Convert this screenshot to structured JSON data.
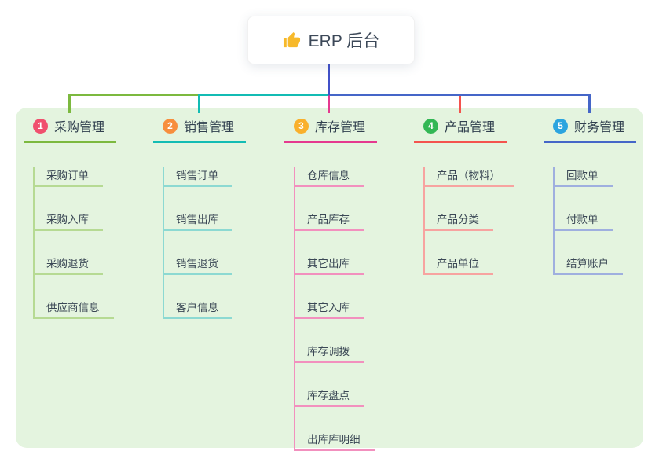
{
  "root": {
    "label": "ERP 后台",
    "icon": "thumbs-up-icon",
    "icon_color": "#F7B92B",
    "connector_color": "#4150C8"
  },
  "canvas": {
    "panel_bg": "#E4F4DF",
    "page_bg": "#FFFFFF"
  },
  "branches": [
    {
      "number": "1",
      "label": "采购管理",
      "colors": {
        "line": "#7CB93F",
        "light": "#B6DA93",
        "badge": "#F0506E"
      },
      "children": [
        "采购订单",
        "采购入库",
        "采购退货",
        "供应商信息"
      ]
    },
    {
      "number": "2",
      "label": "销售管理",
      "colors": {
        "line": "#13BCB4",
        "light": "#8CD9D2",
        "badge": "#F78E3D"
      },
      "children": [
        "销售订单",
        "销售出库",
        "销售退货",
        "客户信息"
      ]
    },
    {
      "number": "3",
      "label": "库存管理",
      "colors": {
        "line": "#E5398F",
        "light": "#F290BE",
        "badge": "#F9B02C"
      },
      "children": [
        "仓库信息",
        "产品库存",
        "其它出库",
        "其它入库",
        "库存调拨",
        "库存盘点",
        "出库库明细"
      ]
    },
    {
      "number": "4",
      "label": "产品管理",
      "colors": {
        "line": "#F4534E",
        "light": "#F7A3A0",
        "badge": "#33B755"
      },
      "children": [
        "产品（物料）",
        "产品分类",
        "产品单位"
      ]
    },
    {
      "number": "5",
      "label": "财务管理",
      "colors": {
        "line": "#4566C8",
        "light": "#9FAFDF",
        "badge": "#2BA4DF"
      },
      "children": [
        "回款单",
        "付款单",
        "结算账户"
      ]
    }
  ]
}
